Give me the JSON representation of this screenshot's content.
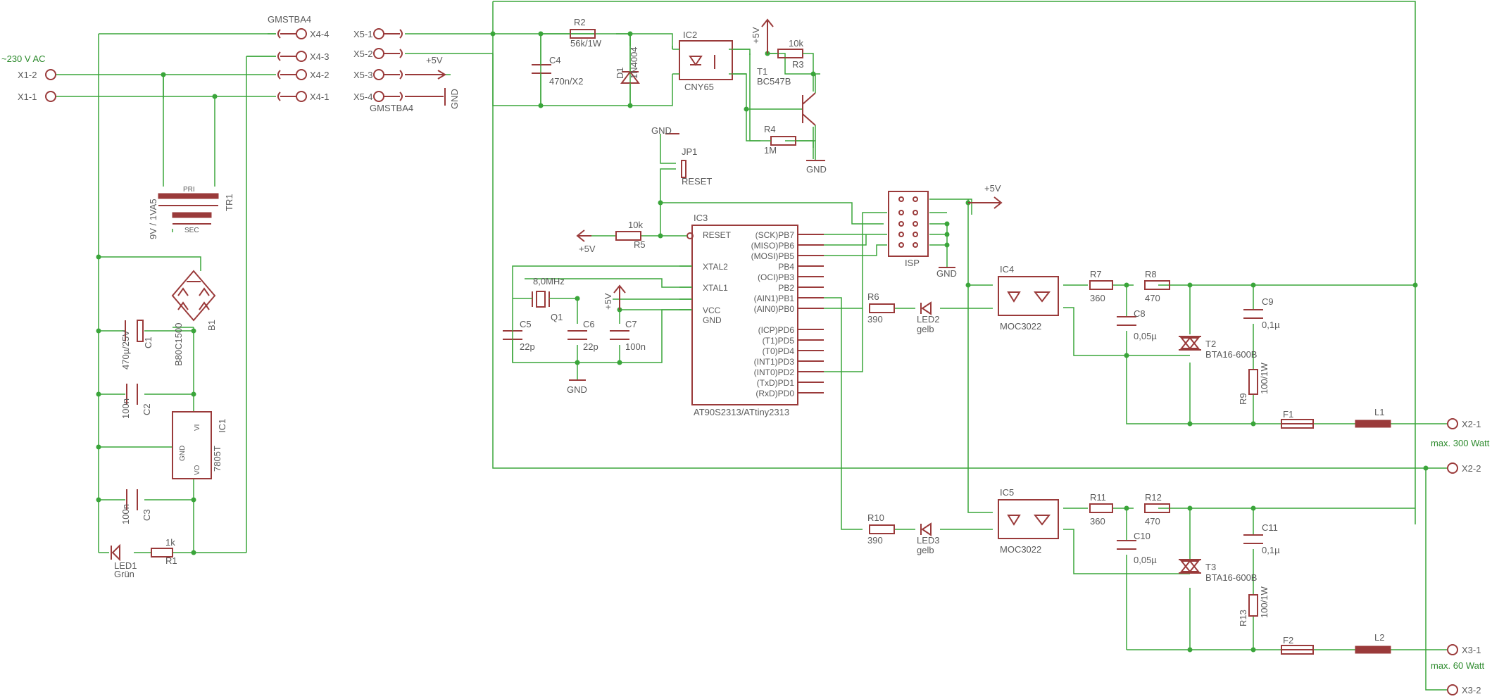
{
  "connectors": {
    "mains_label": "~230 V AC",
    "x1_2": "X1-2",
    "x1_1": "X1-1",
    "gmstba4_left": "GMSTBA4",
    "x4_4": "X4-4",
    "x4_3": "X4-3",
    "x4_2": "X4-2",
    "x4_1": "X4-1",
    "x5_1": "X5-1",
    "x5_2": "X5-2",
    "x5_3": "X5-3",
    "x5_4": "X5-4",
    "gmstba4_mid": "GMSTBA4",
    "x2_1": "X2-1",
    "x2_2": "X2-2",
    "x3_1": "X3-1",
    "x3_2": "X3-2",
    "max300": "max. 300 Watt",
    "max60": "max. 60 Watt"
  },
  "power_labels": {
    "plus5v_a": "+5V",
    "plus5v_b": "+5V",
    "plus5v_c": "+5V",
    "plus5v_d": "+5V",
    "plus5v_e": "+5V",
    "gnd_a": "GND",
    "gnd_b": "GND",
    "gnd_c": "GND",
    "gnd_d": "GND",
    "gnd_e": "GND"
  },
  "parts": {
    "tr1": "TR1",
    "tr1_val": "9V / 1VA5",
    "pri": "PRI",
    "sec": "SEC",
    "b1": "B1",
    "b1_val": "B80C1500",
    "c1": "C1",
    "c1_val": "470µ/25V",
    "c2": "C2",
    "c2_val": "100n",
    "ic1": "IC1",
    "ic1_val": "7805T",
    "ic1_vi": "VI",
    "ic1_gnd": "GND",
    "ic1_vo": "VO",
    "c3": "C3",
    "c3_val": "100n",
    "led1": "LED1",
    "led1_val": "Grün",
    "r1": "R1",
    "r1_val": "1k",
    "r2": "R2",
    "r2_val": "56k/1W",
    "c4": "C4",
    "c4_val": "470n/X2",
    "d1": "D1",
    "d1_val": "1N4004",
    "ic2": "IC2",
    "ic2_val": "CNY65",
    "r3": "R3",
    "r3_val": "10k",
    "t1": "T1",
    "t1_val": "BC547B",
    "r4": "R4",
    "r4_val": "1M",
    "jp1": "JP1",
    "jp1_val": "RESET",
    "r5": "R5",
    "r5_val": "10k",
    "ic3": "IC3",
    "ic3_val": "AT90S2313/ATtiny2313",
    "q1": "Q1",
    "q1_val": "8,0MHz",
    "c5": "C5",
    "c5_val": "22p",
    "c6": "C6",
    "c6_val": "22p",
    "c7": "C7",
    "c7_val": "100n",
    "isp": "ISP",
    "r6": "R6",
    "r6_val": "390",
    "led2": "LED2",
    "led2_val": "gelb",
    "ic4": "IC4",
    "ic4_val": "MOC3022",
    "r7": "R7",
    "r7_val": "360",
    "r8": "R8",
    "r8_val": "470",
    "c8": "C8",
    "c8_val": "0,05µ",
    "c9": "C9",
    "c9_val": "0,1µ",
    "t2": "T2",
    "t2_val": "BTA16-600B",
    "r9": "R9",
    "r9_val": "100/1W",
    "f1": "F1",
    "l1": "L1",
    "r10": "R10",
    "r10_val": "390",
    "led3": "LED3",
    "led3_val": "gelb",
    "ic5": "IC5",
    "ic5_val": "MOC3022",
    "r11": "R11",
    "r11_val": "360",
    "r12": "R12",
    "r12_val": "470",
    "c10": "C10",
    "c10_val": "0,05µ",
    "c11": "C11",
    "c11_val": "0,1µ",
    "t3": "T3",
    "t3_val": "BTA16-600B",
    "r13": "R13",
    "r13_val": "100/1W",
    "f2": "F2",
    "l2": "L2"
  },
  "ic3_pins": {
    "reset": "RESET",
    "xtal2": "XTAL2",
    "xtal1": "XTAL1",
    "vcc": "VCC",
    "gnd": "GND",
    "pb7": "(SCK)PB7",
    "pb6": "(MISO)PB6",
    "pb5": "(MOSI)PB5",
    "pb4": "PB4",
    "pb3": "(OCI)PB3",
    "pb2": "PB2",
    "pb1": "(AIN1)PB1",
    "pb0": "(AIN0)PB0",
    "pd6": "(ICP)PD6",
    "pd5": "(T1)PD5",
    "pd4": "(T0)PD4",
    "pd3": "(INT1)PD3",
    "pd2": "(INT0)PD2",
    "pd1": "(TxD)PD1",
    "pd0": "(RxD)PD0"
  }
}
